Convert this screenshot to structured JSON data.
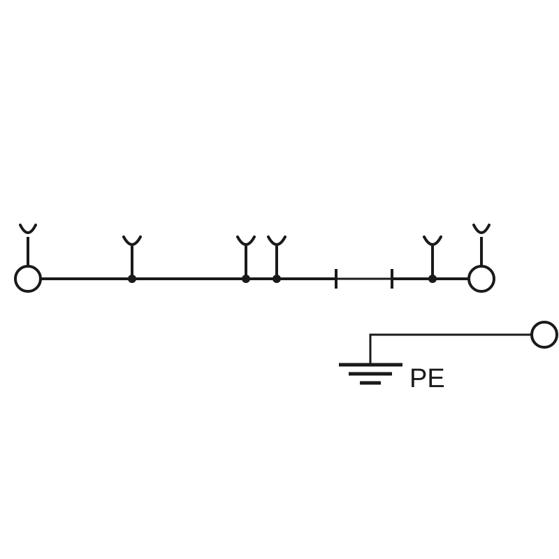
{
  "diagram": {
    "colors": {
      "line": "#1a1a1a",
      "background": "#ffffff",
      "terminal_fill": "#ffffff"
    },
    "pe_label": "PE",
    "components": [
      {
        "name": "terminal-left",
        "kind": "screw-terminal"
      },
      {
        "name": "plug-socket-1",
        "kind": "test-plug-socket"
      },
      {
        "name": "plug-socket-2",
        "kind": "test-plug-socket"
      },
      {
        "name": "plug-socket-3",
        "kind": "test-plug-socket"
      },
      {
        "name": "plug-socket-4",
        "kind": "test-plug-socket"
      },
      {
        "name": "disconnect-gap",
        "kind": "isolation-break"
      },
      {
        "name": "plug-socket-5",
        "kind": "test-plug-socket"
      },
      {
        "name": "terminal-right",
        "kind": "screw-terminal"
      },
      {
        "name": "terminal-pe",
        "kind": "screw-terminal"
      },
      {
        "name": "ground-symbol",
        "kind": "protective-earth"
      }
    ]
  }
}
